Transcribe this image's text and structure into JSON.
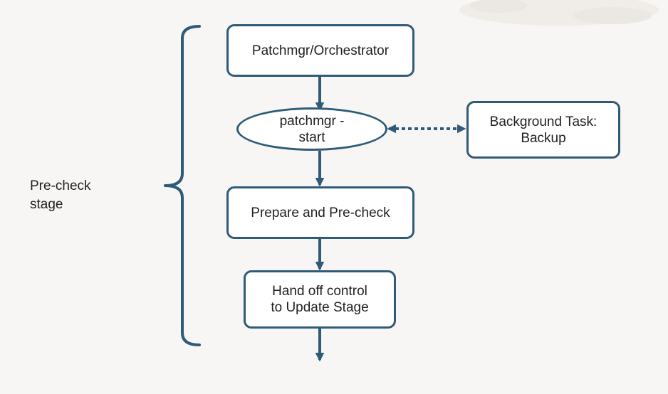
{
  "diagram": {
    "colors": {
      "stroke": "#2f5b78",
      "node_fill": "#ffffff",
      "text": "#1f1f1f",
      "background": "#f7f6f4",
      "texture": "#e2ded7"
    },
    "stage_label_line1": "Pre-check",
    "stage_label_line2": "stage",
    "nodes": {
      "orchestrator": {
        "label": "Patchmgr/Orchestrator"
      },
      "start": {
        "label_line1": "patchmgr -",
        "label_line2": "start"
      },
      "backup": {
        "label_line1": "Background Task:",
        "label_line2": "Backup"
      },
      "prepare": {
        "label": "Prepare and Pre-check"
      },
      "handoff": {
        "label_line1": "Hand off control",
        "label_line2": "to Update Stage"
      }
    }
  }
}
